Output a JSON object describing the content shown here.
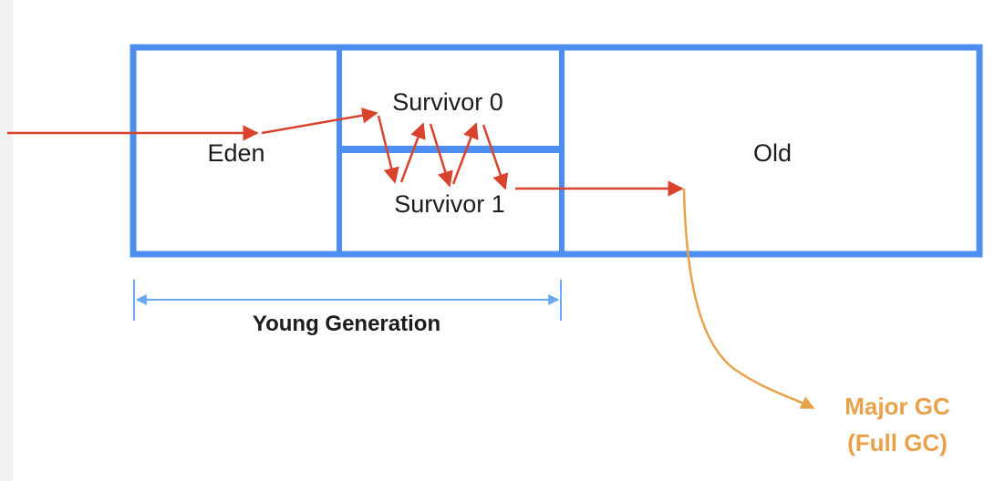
{
  "regions": {
    "eden": "Eden",
    "survivor0": "Survivor 0",
    "survivor1": "Survivor 1",
    "old": "Old"
  },
  "young_generation_label": "Young Generation",
  "major_gc": {
    "line1": "Major GC",
    "line2": "(Full GC)"
  },
  "colors": {
    "box_border": "#4d8ff0",
    "arrow_red": "#d9432e",
    "arrow_orange": "#e8a24a",
    "bracket_blue": "#6aa8f2",
    "text": "#1c1c1c"
  }
}
